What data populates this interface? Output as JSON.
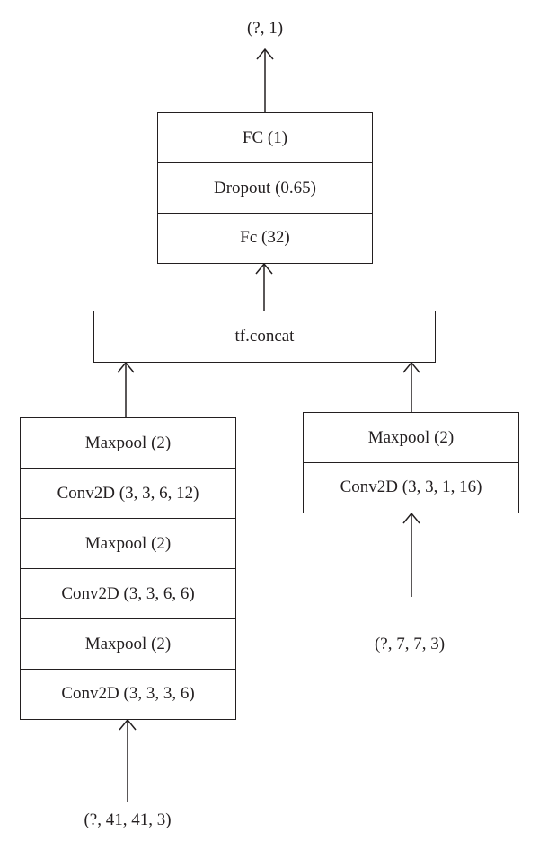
{
  "output_shape": "(?, 1)",
  "head_stack": [
    "FC (1)",
    "Dropout (0.65)",
    "Fc (32)"
  ],
  "concat_label": "tf.concat",
  "left_branch": {
    "layers": [
      "Maxpool (2)",
      "Conv2D (3, 3, 6, 12)",
      "Maxpool (2)",
      "Conv2D (3, 3, 6, 6)",
      "Maxpool (2)",
      "Conv2D (3, 3, 3, 6)"
    ],
    "input_shape": "(?, 41, 41, 3)"
  },
  "right_branch": {
    "layers": [
      "Maxpool (2)",
      "Conv2D (3, 3, 1, 16)"
    ],
    "input_shape": "(?, 7, 7, 3)"
  }
}
